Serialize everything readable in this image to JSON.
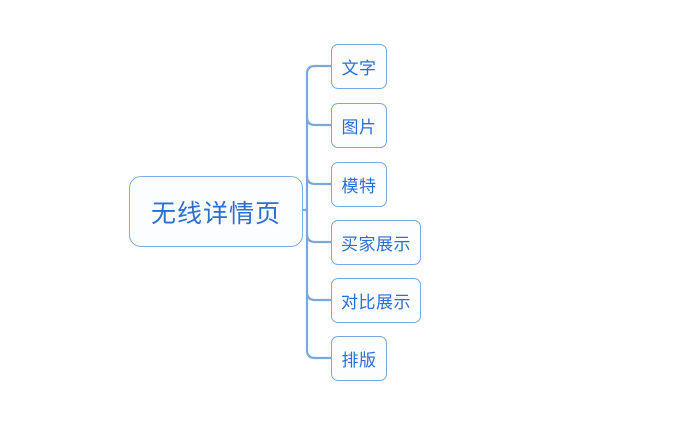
{
  "diagram": {
    "type": "mindmap",
    "title": "无线详情页",
    "orientation": "left-to-right",
    "background_color": "#ffffff",
    "node_border_color": "#7aa8dc",
    "node_fill_color": "#fcfdfe",
    "text_color": "#2a6fd4",
    "connector_color": "#7aa8dc",
    "root": {
      "label": "无线详情页"
    },
    "children": [
      {
        "label": "文字"
      },
      {
        "label": "图片"
      },
      {
        "label": "模特"
      },
      {
        "label": "买家展示"
      },
      {
        "label": "对比展示"
      },
      {
        "label": "排版"
      }
    ]
  }
}
